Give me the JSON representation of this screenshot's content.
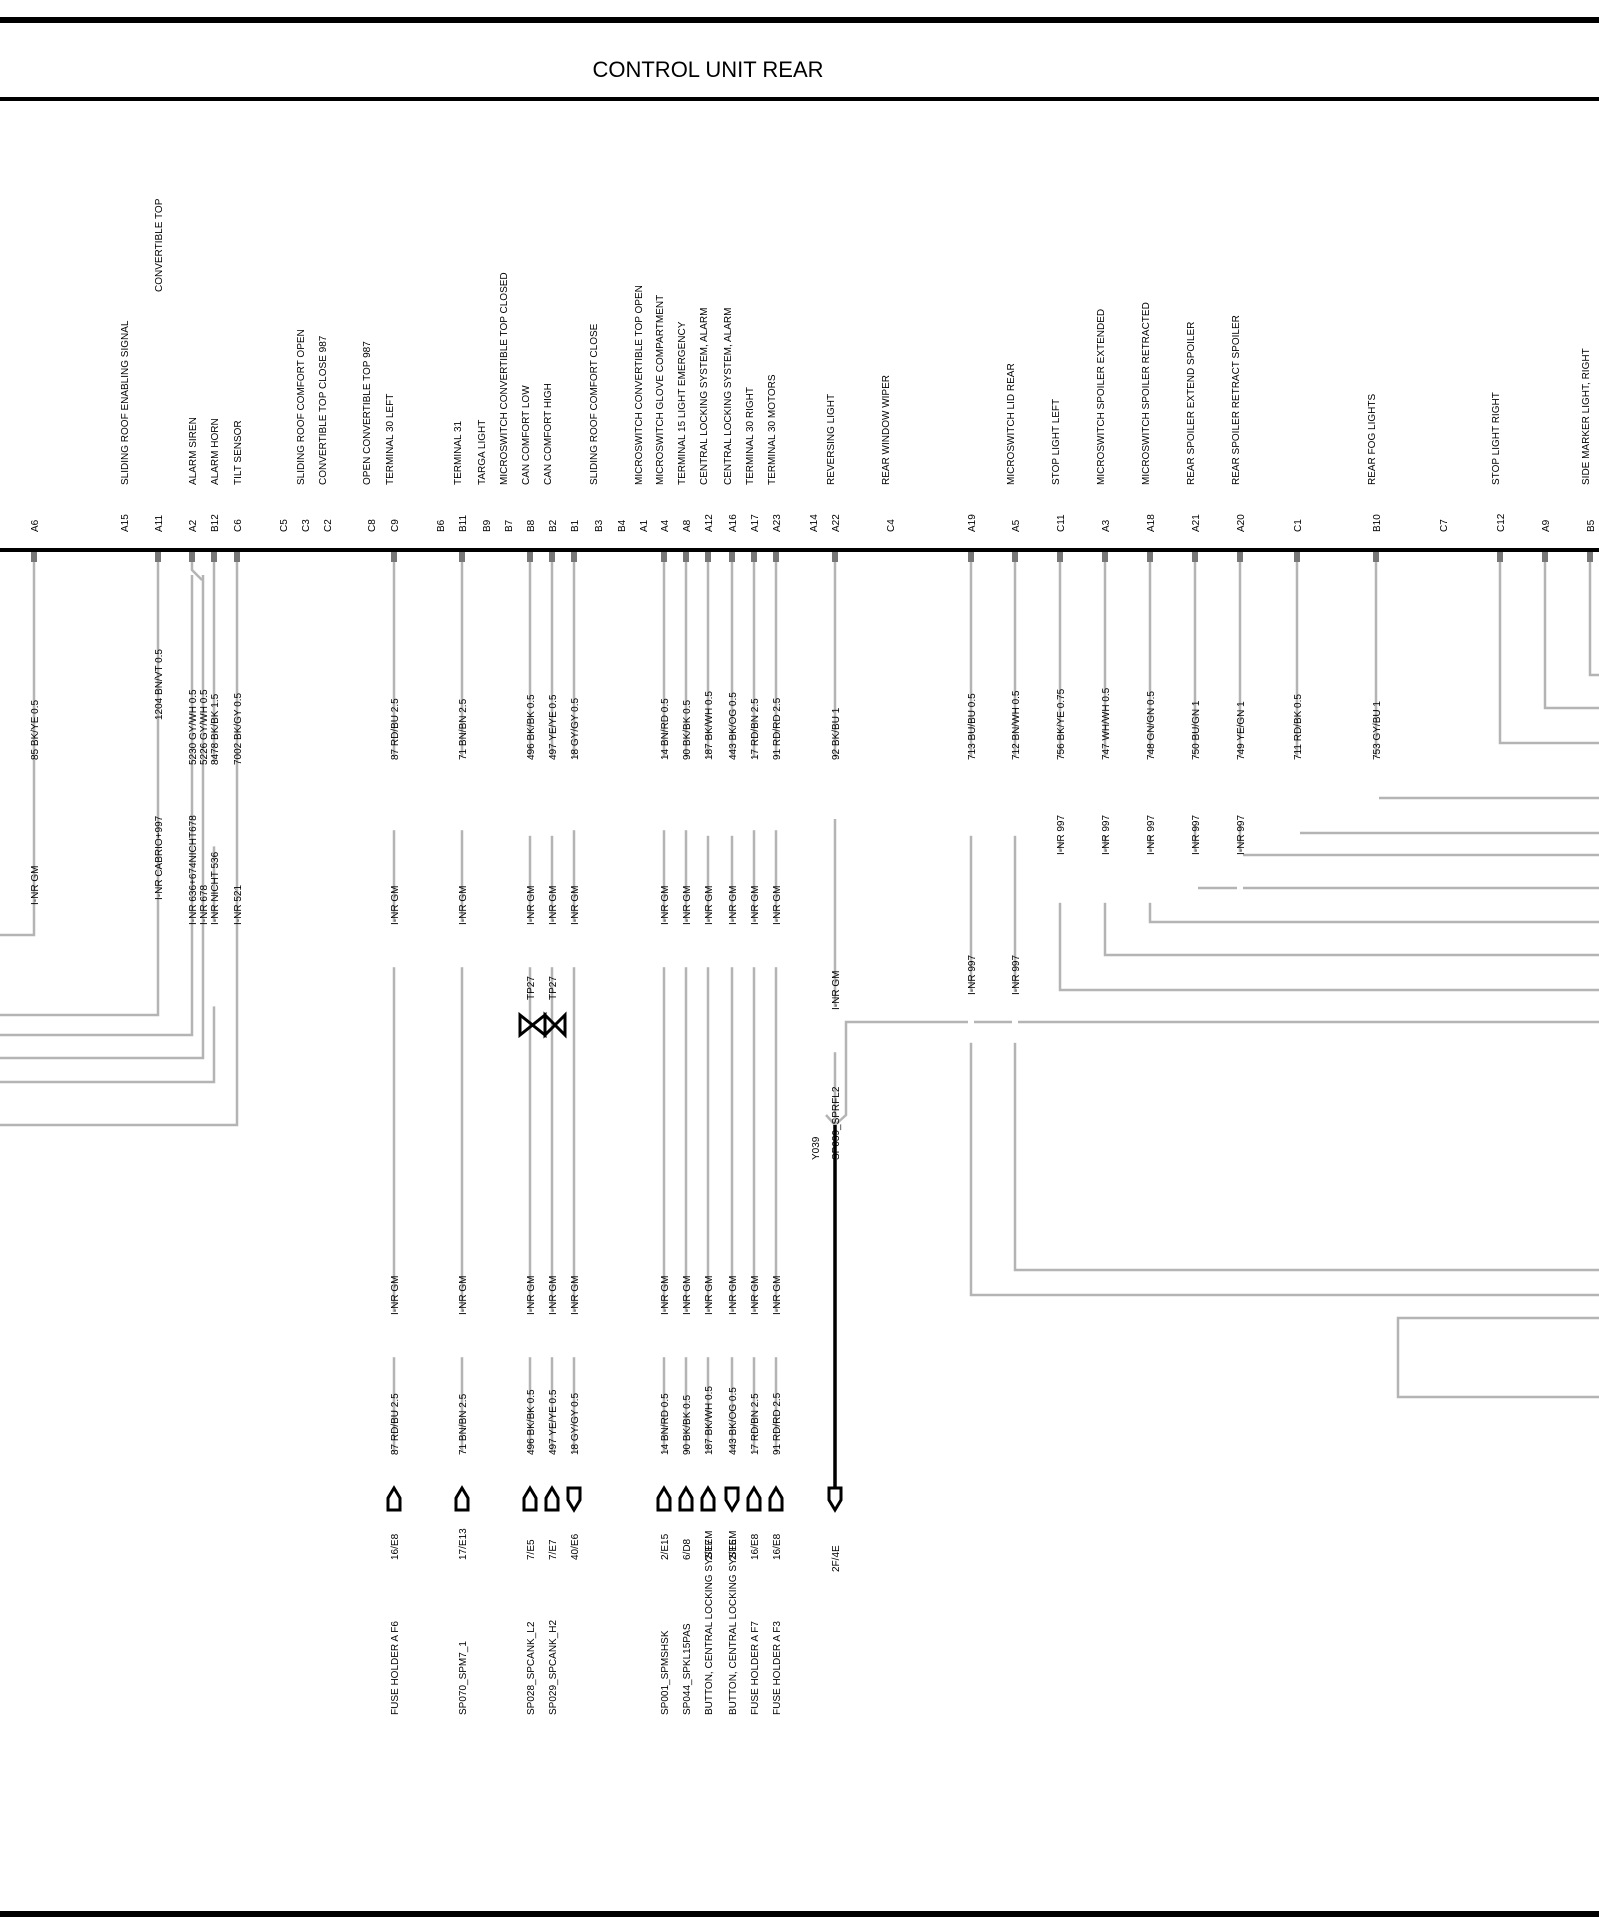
{
  "title": "CONTROL UNIT  REAR",
  "left_wires": [
    {
      "pin": "A6",
      "function": "",
      "wire_top": "85 BK/YE 0.5",
      "wire_mid": "I-NR GM"
    },
    {
      "pin": "A15",
      "function": "SLIDING ROOF     ENABLING SIGNAL"
    },
    {
      "pin": "A11",
      "function": "CONVERTIBLE TOP",
      "wire_top": "1204 BN/VT 0.5",
      "wire_mid": "I-NR CABRIO+997"
    },
    {
      "pin": "A2",
      "function": "ALARM SIREN",
      "wire_top": "5230 GY/WH 0.5",
      "wire_mid": "I-NR 636+674NICHT678"
    },
    {
      "pin": "B12",
      "function": "ALARM HORN",
      "wire_top": "5226 GY/WH 0.5",
      "wire_mid": "I-NR 678"
    },
    {
      "pin": "C6",
      "function": "TILT SENSOR",
      "wire_top": "8478 BK/BK 1.5",
      "wire_mid": "I-NR NICHT 536"
    },
    {
      "pin": "",
      "function": "",
      "wire_top": "7002 BK/GY 0.5",
      "wire_mid": "I-NR 521"
    }
  ],
  "pins_unused": [
    {
      "pin": "C5",
      "function": "SLIDING ROOF  COMFORT OPEN"
    },
    {
      "pin": "C3",
      "function": "CONVERTIBLE TOP CLOSE   987"
    },
    {
      "pin": "C2",
      "function": "OPEN CONVERTIBLE TOP 987"
    },
    {
      "pin": "C8",
      "function": ""
    },
    {
      "pin": "B6",
      "function": ""
    },
    {
      "pin": "B3",
      "function": "SLIDING ROOF COMFORT CLOSE"
    },
    {
      "pin": "B4",
      "function": ""
    },
    {
      "pin": "A1",
      "function": "MICROSWITCH CONVERTIBLE TOP OPEN"
    },
    {
      "pin": "A14",
      "function": ""
    },
    {
      "pin": "C4",
      "function": "REAR WINDOW WIPER"
    },
    {
      "pin": "C7",
      "function": ""
    }
  ],
  "mid_wires": [
    {
      "pin": "C9",
      "function": "TERMINAL 30   LEFT",
      "wire": "87 RD/BU 2.5",
      "inr": "I-NR GM",
      "dest_ref": "16/E8",
      "dest": "FUSE HOLDER A  F6"
    },
    {
      "pin": "B11",
      "function": "TERMINAL 31",
      "wire": "71 BN/BN 2.5",
      "inr": "I-NR GM",
      "dest_ref": "17/E13",
      "dest": "SP070_SPM7_1"
    },
    {
      "pin": "B9",
      "function": "TARGA LIGHT"
    },
    {
      "pin": "B7",
      "function": "MICROSWITCH  CONVERTIBLE TOP CLOSED"
    },
    {
      "pin": "B8",
      "function": "CAN COMFORT LOW",
      "wire": "496 BK/BK 0.5",
      "inr": "I-NR GM",
      "tp": "TP27",
      "dest_ref": "7/E5",
      "dest": "SP028_SPCANK_L2"
    },
    {
      "pin": "B2",
      "function": "CAN COMFORT HIGH",
      "wire": "497 YE/YE 0.5",
      "inr": "I-NR GM",
      "tp": "TP27",
      "dest_ref": "7/E7",
      "dest": "SP029_SPCANK_H2"
    },
    {
      "pin": "B1",
      "function": "",
      "wire": "18 GY/GY 0.5",
      "inr": "I-NR GM",
      "dest_ref": "40/E6",
      "dest": ""
    },
    {
      "pin": "A4",
      "function": "MICROSWITCH GLOVE COMPARTMENT",
      "wire": "14 BN/RD 0.5",
      "inr": "I-NR GM",
      "dest_ref": "2/E15",
      "dest": "SP001_SPMSHSK"
    },
    {
      "pin": "A8",
      "function": "TERMINAL 15 LIGHT  EMERGENCY",
      "wire": "90 BK/BK 0.5",
      "inr": "I-NR GM",
      "dest_ref": "6/D8",
      "dest": "SP044_SPKL15PAS"
    },
    {
      "pin": "A12",
      "function": "CENTRAL LOCKING SYSTEM, ALARM",
      "wire": "187 BK/WH 0.5",
      "inr": "I-NR GM",
      "dest_ref": "2/E7",
      "dest": "BUTTON, CENTRAL LOCKING SYSTEM"
    },
    {
      "pin": "A16",
      "function": "CENTRAL LOCKING SYSTEM, ALARM",
      "wire": "443 BK/OG 0.5",
      "inr": "I-NR GM",
      "dest_ref": "2/E6",
      "dest": "BUTTON, CENTRAL LOCKING SYSTEM"
    },
    {
      "pin": "A17",
      "function": "TERMINAL 30 RIGHT",
      "wire": "17 RD/BN 2.5",
      "inr": "I-NR GM",
      "dest_ref": "16/E8",
      "dest": "FUSE HOLDER A  F7"
    },
    {
      "pin": "A23",
      "function": "TERMINAL 30 MOTORS",
      "wire": "91 RD/RD 2.5",
      "inr": "I-NR GM",
      "dest_ref": "16/E8",
      "dest": "FUSE HOLDER A  F3"
    }
  ],
  "reversing": {
    "pin": "A22",
    "function": "REVERSING LIGHT",
    "wire": "92 BK/BU 1",
    "inr": "I-NR GM",
    "splice": "SP039_SPRFL2",
    "splice_id": "Y039",
    "dest_ref": "2F/4E"
  },
  "right_wires": [
    {
      "pin": "A19",
      "function": "",
      "wire": "713 BU/BU 0.5",
      "inr": "I-NR 997"
    },
    {
      "pin": "A5",
      "function": "MICROSWITCH LID  REAR",
      "wire": "712 BN/WH 0.5",
      "inr": "I-NR 997"
    },
    {
      "pin": "C11",
      "function": "STOP LIGHT LEFT",
      "wire": "756 BK/YE 0.75",
      "inr": "I-NR 997"
    },
    {
      "pin": "A3",
      "function": "MICROSWITCH  SPOILER EXTENDED",
      "wire": "747 WH/WH 0.5",
      "inr": "I-NR 997"
    },
    {
      "pin": "A18",
      "function": "MICROSWITCH  SPOILER RETRACTED",
      "wire": "748 GN/GN 0.5",
      "inr": "I-NR 997"
    },
    {
      "pin": "A21",
      "function": "REAR SPOILER  EXTEND SPOILER",
      "wire": "750 BU/GN 1",
      "inr": "I-NR 997"
    },
    {
      "pin": "A20",
      "function": "REAR SPOILER RETRACT SPOILER",
      "wire": "749 YE/GN 1",
      "inr": "I-NR 997"
    },
    {
      "pin": "C1",
      "function": "",
      "wire": "711 RD/BK 0.5"
    },
    {
      "pin": "B10",
      "function": "REAR FOG LIGHTS",
      "wire": "753 GY/BU 1"
    },
    {
      "pin": "C12",
      "function": "STOP LIGHT RIGHT"
    },
    {
      "pin": "A9",
      "function": ""
    },
    {
      "pin": "B5",
      "function": "SIDE MARKER LIGHT, RIGHT"
    }
  ]
}
